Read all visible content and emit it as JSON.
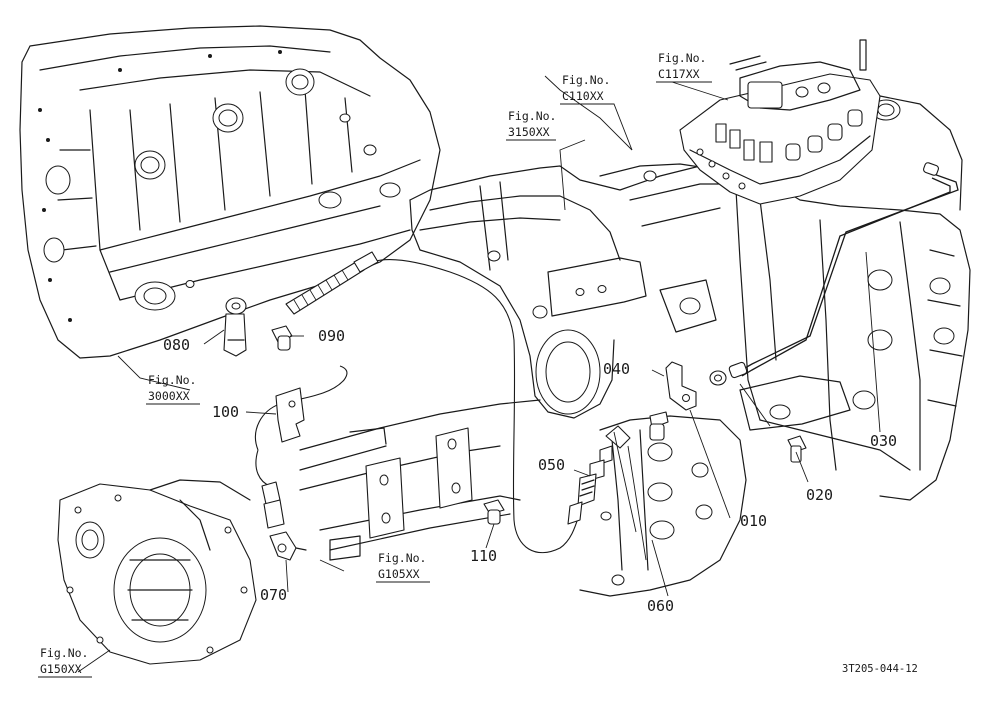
{
  "diagram": {
    "part_labels": {
      "p010": "010",
      "p020": "020",
      "p030": "030",
      "p040": "040",
      "p050": "050",
      "p060": "060",
      "p070": "070",
      "p080": "080",
      "p090": "090",
      "p100": "100",
      "p110": "110"
    },
    "figure_refs": {
      "c117": {
        "line1": "Fig.No.",
        "line2": "C117XX"
      },
      "c110": {
        "line1": "Fig.No.",
        "line2": "C110XX"
      },
      "f3150": {
        "line1": "Fig.No.",
        "line2": "3150XX"
      },
      "f3000": {
        "line1": "Fig.No.",
        "line2": "3000XX"
      },
      "g105": {
        "line1": "Fig.No.",
        "line2": "G105XX"
      },
      "g150": {
        "line1": "Fig.No.",
        "line2": "G150XX"
      }
    },
    "drawing_code": "3T205-044-12"
  }
}
